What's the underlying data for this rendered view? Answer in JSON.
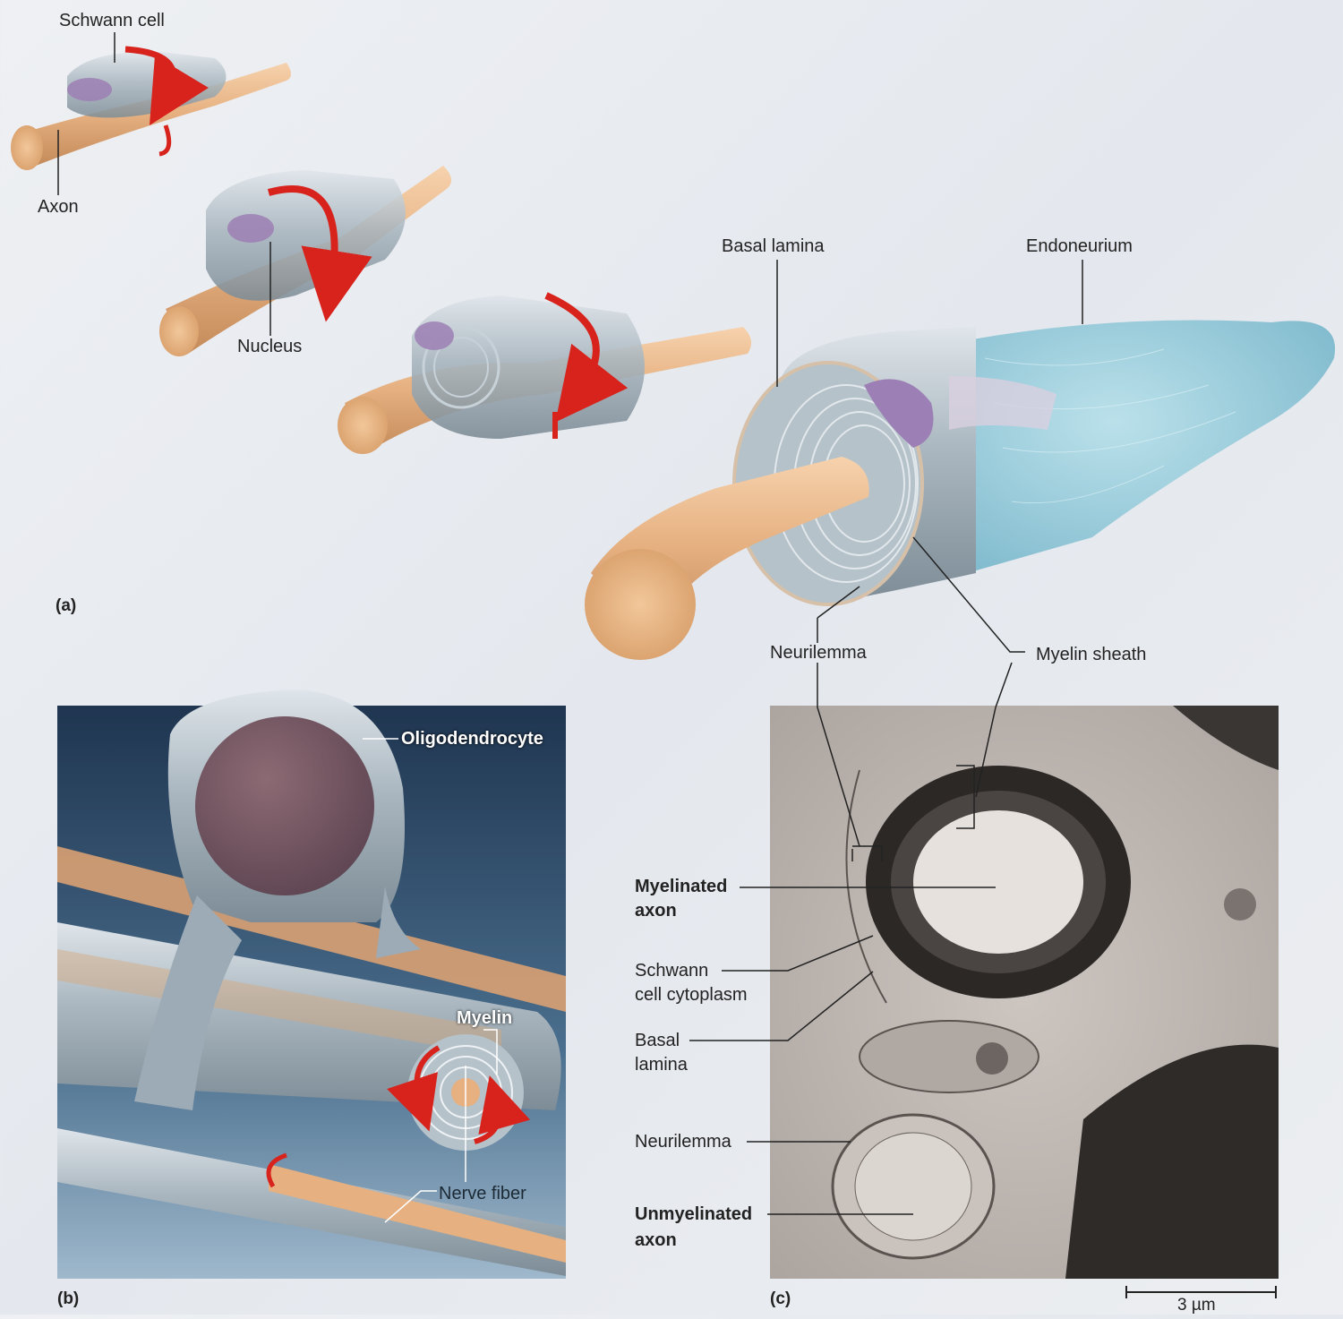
{
  "panel_a": {
    "letter": "(a)",
    "labels": {
      "schwann_cell": "Schwann cell",
      "axon": "Axon",
      "nucleus": "Nucleus",
      "basal_lamina": "Basal lamina",
      "endoneurium": "Endoneurium",
      "neurilemma": "Neurilemma",
      "myelin_sheath": "Myelin sheath"
    }
  },
  "panel_b": {
    "letter": "(b)",
    "labels": {
      "oligodendrocyte": "Oligodendrocyte",
      "myelin": "Myelin",
      "nerve_fiber": "Nerve fiber"
    }
  },
  "panel_c": {
    "letter": "(c)",
    "labels": {
      "myelinated_axon_1": "Myelinated",
      "myelinated_axon_2": "axon",
      "schwann_cytoplasm_1": "Schwann",
      "schwann_cytoplasm_2": "cell cytoplasm",
      "basal_lamina_1": "Basal",
      "basal_lamina_2": "lamina",
      "neurilemma": "Neurilemma",
      "unmyelinated_axon_1": "Unmyelinated",
      "unmyelinated_axon_2": "axon"
    },
    "scale_bar": "3 µm"
  },
  "colors": {
    "axon": "#e9b98a",
    "myelin": "#aab7bf",
    "nucleus": "#9c7fb4",
    "arrow": "#d8221c",
    "endoneurium": "#8ec8d8",
    "panel_b_bg": "#2d4a66",
    "micrograph": "#bdb6b2"
  }
}
